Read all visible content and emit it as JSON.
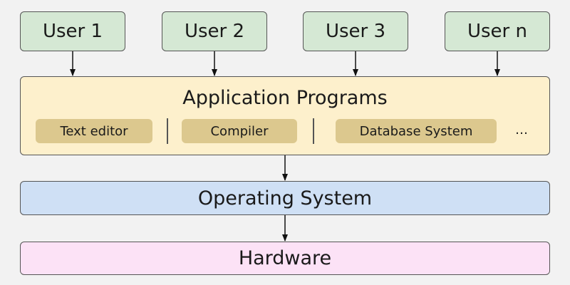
{
  "users": [
    "User 1",
    "User 2",
    "User 3",
    "User n"
  ],
  "application": {
    "title": "Application Programs",
    "programs": [
      "Text editor",
      "Compiler",
      "Database System"
    ],
    "more": "…"
  },
  "os": "Operating System",
  "hardware": "Hardware",
  "colors": {
    "user_fill": "#d5e8d4",
    "app_fill": "#fdf0cc",
    "program_fill": "#dcc88e",
    "os_fill": "#cfe0f5",
    "hardware_fill": "#fce2f6"
  }
}
